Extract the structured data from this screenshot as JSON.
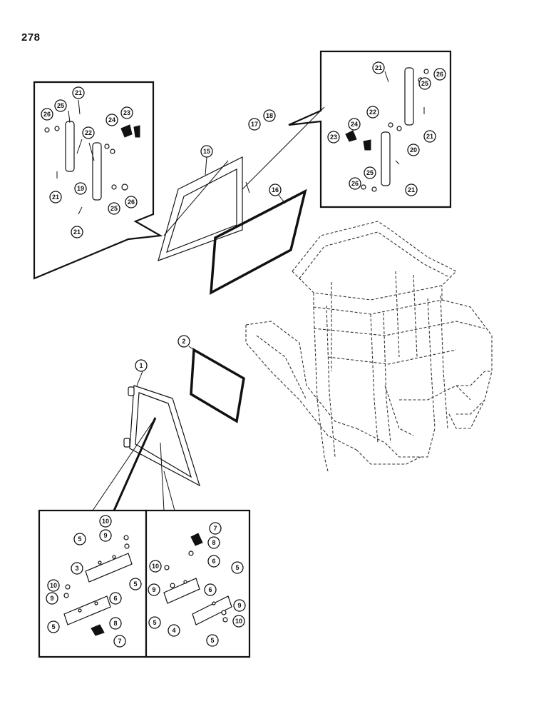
{
  "page": {
    "number": "278"
  },
  "callouts": {
    "top_left_panel": [
      "21",
      "26",
      "25",
      "23",
      "24",
      "22",
      "21",
      "19",
      "25",
      "26",
      "21"
    ],
    "window_upper": [
      "15",
      "17",
      "18",
      "16"
    ],
    "top_right_panel": [
      "21",
      "26",
      "25",
      "22",
      "21",
      "24",
      "23",
      "20",
      "25",
      "26",
      "21"
    ],
    "window_lower": [
      "1",
      "2"
    ],
    "bottom_left_panel": [
      "10",
      "9",
      "5",
      "3",
      "5",
      "10",
      "9",
      "6",
      "5",
      "8",
      "7"
    ],
    "bottom_right_panel": [
      "7",
      "8",
      "10",
      "6",
      "5",
      "9",
      "6",
      "5",
      "4",
      "9",
      "10",
      "5"
    ]
  }
}
